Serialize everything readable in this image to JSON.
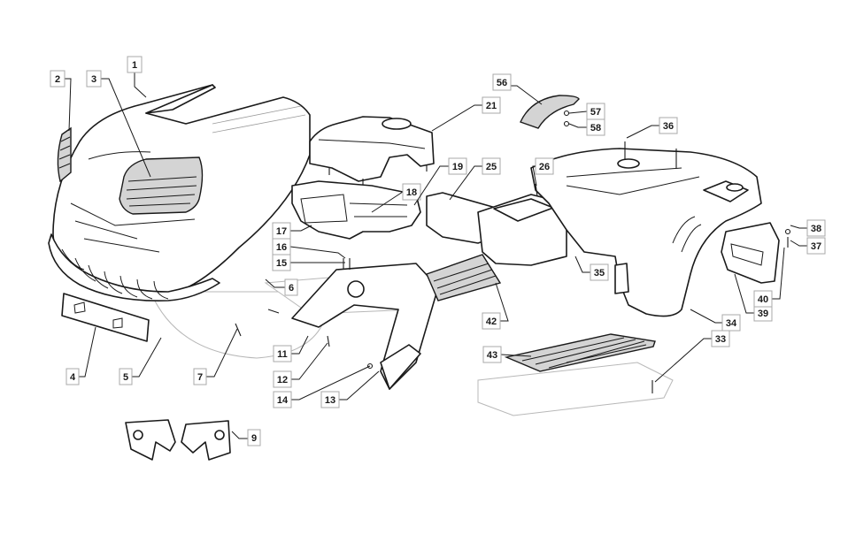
{
  "diagram": {
    "title": "Exploded parts diagram — body panels and bonnet",
    "callouts": [
      {
        "id": "1",
        "label": "1",
        "part": "bonnet"
      },
      {
        "id": "2",
        "label": "2",
        "part": "left headlight lens"
      },
      {
        "id": "3",
        "label": "3",
        "part": "right headlight lens"
      },
      {
        "id": "4",
        "label": "4",
        "part": "front bracket plate"
      },
      {
        "id": "5",
        "label": "5",
        "part": "screw"
      },
      {
        "id": "6",
        "label": "6",
        "part": "bonnet hinge"
      },
      {
        "id": "7",
        "label": "7",
        "part": "bolt"
      },
      {
        "id": "9",
        "label": "9",
        "part": "pair of gaskets"
      },
      {
        "id": "11",
        "label": "11",
        "part": "pedal rod"
      },
      {
        "id": "12",
        "label": "12",
        "part": "bracket"
      },
      {
        "id": "13",
        "label": "13",
        "part": "clip"
      },
      {
        "id": "14",
        "label": "14",
        "part": "screw"
      },
      {
        "id": "15",
        "label": "15",
        "part": "screw"
      },
      {
        "id": "16",
        "label": "16",
        "part": "screw"
      },
      {
        "id": "17",
        "label": "17",
        "part": "dashboard support"
      },
      {
        "id": "18",
        "label": "18",
        "part": "screw"
      },
      {
        "id": "19",
        "label": "19",
        "part": "clip"
      },
      {
        "id": "21",
        "label": "21",
        "part": "dashboard cover"
      },
      {
        "id": "25",
        "label": "25",
        "part": "console cover"
      },
      {
        "id": "26",
        "label": "26",
        "part": "bolt"
      },
      {
        "id": "33",
        "label": "33",
        "part": "screw"
      },
      {
        "id": "34",
        "label": "34",
        "part": "rear body / fender"
      },
      {
        "id": "35",
        "label": "35",
        "part": "plug"
      },
      {
        "id": "36",
        "label": "36",
        "part": "screw"
      },
      {
        "id": "37",
        "label": "37",
        "part": "bolt"
      },
      {
        "id": "38",
        "label": "38",
        "part": "washer"
      },
      {
        "id": "39",
        "label": "39",
        "part": "rear panel"
      },
      {
        "id": "40",
        "label": "40",
        "part": "screw"
      },
      {
        "id": "42",
        "label": "42",
        "part": "left footrest mat"
      },
      {
        "id": "43",
        "label": "43",
        "part": "right footrest mat"
      },
      {
        "id": "56",
        "label": "56",
        "part": "handle cover"
      },
      {
        "id": "57",
        "label": "57",
        "part": "nut"
      },
      {
        "id": "58",
        "label": "58",
        "part": "screw"
      }
    ]
  }
}
